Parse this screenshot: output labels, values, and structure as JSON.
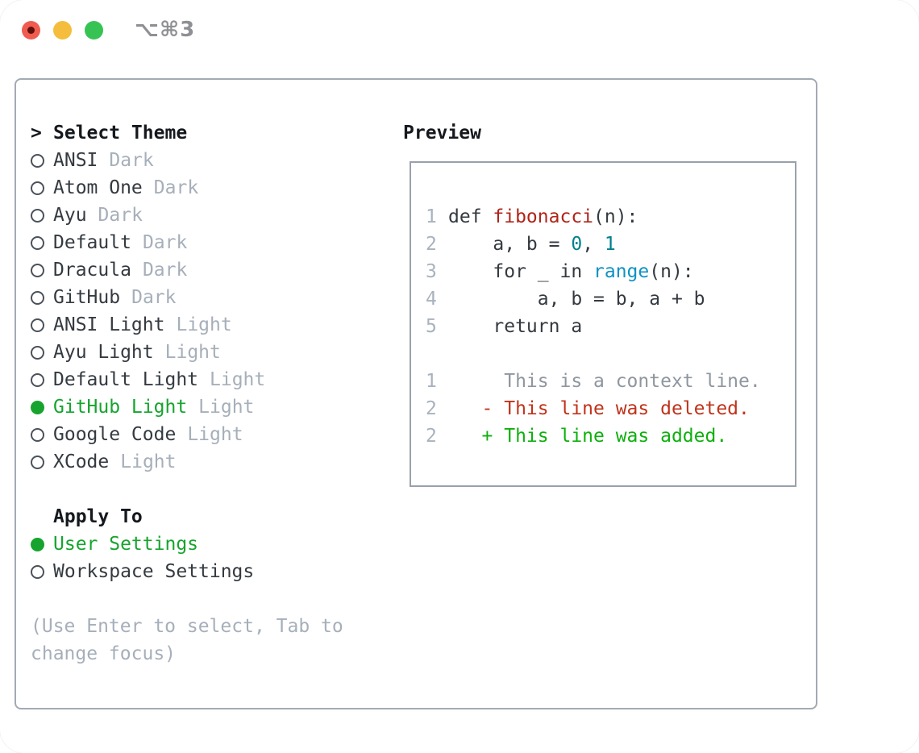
{
  "window": {
    "shortcut_label": "⌥⌘3",
    "traffic_lights": [
      "close",
      "minimize",
      "zoom"
    ]
  },
  "colors": {
    "accent_green": "#16a42e",
    "function_red": "#b02419",
    "number_teal": "#00808d",
    "builtin_blue": "#0f92c4",
    "diff_deleted_red": "#c0331b",
    "diff_added_green": "#0eb00e",
    "muted_gray": "#a6afba"
  },
  "theme_picker": {
    "prompt_char": ">",
    "title": "Select Theme",
    "items": [
      {
        "name": "ANSI",
        "variant": "Dark",
        "selected": false
      },
      {
        "name": "Atom One",
        "variant": "Dark",
        "selected": false
      },
      {
        "name": "Ayu",
        "variant": "Dark",
        "selected": false
      },
      {
        "name": "Default",
        "variant": "Dark",
        "selected": false
      },
      {
        "name": "Dracula",
        "variant": "Dark",
        "selected": false
      },
      {
        "name": "GitHub",
        "variant": "Dark",
        "selected": false
      },
      {
        "name": "ANSI Light",
        "variant": "Light",
        "selected": false
      },
      {
        "name": "Ayu Light",
        "variant": "Light",
        "selected": false
      },
      {
        "name": "Default Light",
        "variant": "Light",
        "selected": false
      },
      {
        "name": "GitHub Light",
        "variant": "Light",
        "selected": true
      },
      {
        "name": "Google Code",
        "variant": "Light",
        "selected": false
      },
      {
        "name": "XCode",
        "variant": "Light",
        "selected": false
      }
    ]
  },
  "apply_to": {
    "title": "Apply To",
    "options": [
      {
        "label": "User Settings",
        "selected": true
      },
      {
        "label": "Workspace Settings",
        "selected": false
      }
    ]
  },
  "hint": "(Use Enter to select, Tab to change focus)",
  "preview": {
    "title": "Preview",
    "code_lines": [
      {
        "num": "1",
        "tokens": [
          {
            "text": "def ",
            "color": "keyword"
          },
          {
            "text": "fibonacci",
            "color": "function"
          },
          {
            "text": "(n):",
            "color": "code-default"
          }
        ]
      },
      {
        "num": "2",
        "tokens": [
          {
            "text": "    a, b = ",
            "color": "code-default"
          },
          {
            "text": "0",
            "color": "number"
          },
          {
            "text": ", ",
            "color": "code-default"
          },
          {
            "text": "1",
            "color": "number"
          }
        ]
      },
      {
        "num": "3",
        "tokens": [
          {
            "text": "    for _ in ",
            "color": "code-default"
          },
          {
            "text": "range",
            "color": "builtin"
          },
          {
            "text": "(n):",
            "color": "code-default"
          }
        ]
      },
      {
        "num": "4",
        "tokens": [
          {
            "text": "        a, b = b, a + b",
            "color": "code-default"
          }
        ]
      },
      {
        "num": "5",
        "tokens": [
          {
            "text": "    return a",
            "color": "code-default"
          }
        ]
      },
      {
        "num": "",
        "tokens": []
      },
      {
        "num": "1",
        "tokens": [
          {
            "text": "     This is a context line.",
            "color": "diff-context"
          }
        ]
      },
      {
        "num": "2",
        "tokens": [
          {
            "text": "   - This line was deleted.",
            "color": "diff-deleted"
          }
        ]
      },
      {
        "num": "2",
        "tokens": [
          {
            "text": "   + This line was added.",
            "color": "diff-added"
          }
        ]
      }
    ]
  }
}
